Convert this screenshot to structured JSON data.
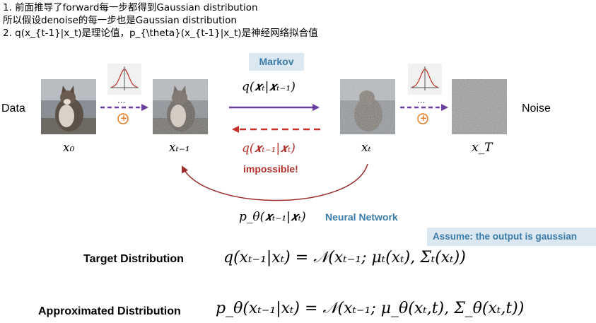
{
  "notes": [
    "1. 前面推导了forward每一步都得到Gaussian distribution",
    "所以假设denoise的每一步也是Gaussian distribution",
    "2. q(x_{t-1}|x_t)是理论值，p_{\\theta}(x_{t-1}|x_t)是神经网络拟合值"
  ],
  "labels": {
    "data": "Data",
    "noise": "Noise",
    "markov": "Markov",
    "impossible": "impossible!",
    "neural_network": "Neural Network",
    "assume": "Assume: the output is gaussian",
    "target": "Target Distribution",
    "approx": "Approximated Distribution",
    "ellipsis": "···",
    "plus": "+"
  },
  "math": {
    "x0": "x₀",
    "xt_1": "xₜ₋₁",
    "xt": "xₜ",
    "xT": "x_T",
    "forward": "q(𝒙ₜ|𝒙ₜ₋₁)",
    "reverse": "q(𝒙ₜ₋₁|𝒙ₜ)",
    "model": "p_θ(𝒙ₜ₋₁|𝒙ₜ)",
    "target_eq": "q(xₜ₋₁|xₜ) = 𝒩(xₜ₋₁; μₜ(xₜ), Σₜ(xₜ))",
    "approx_eq": "p_θ(xₜ₋₁|xₜ) = 𝒩(xₜ₋₁; μ_θ(xₜ,t), Σ_θ(xₜ,t))"
  },
  "colors": {
    "forward_arrow": "#6b3fa0",
    "reverse_arrow": "#c8312c",
    "curve": "#9b2b2b",
    "accent_box": "#dbe7f1",
    "accent_text": "#3b7ca8",
    "plus_circle": "#e07b1f"
  }
}
